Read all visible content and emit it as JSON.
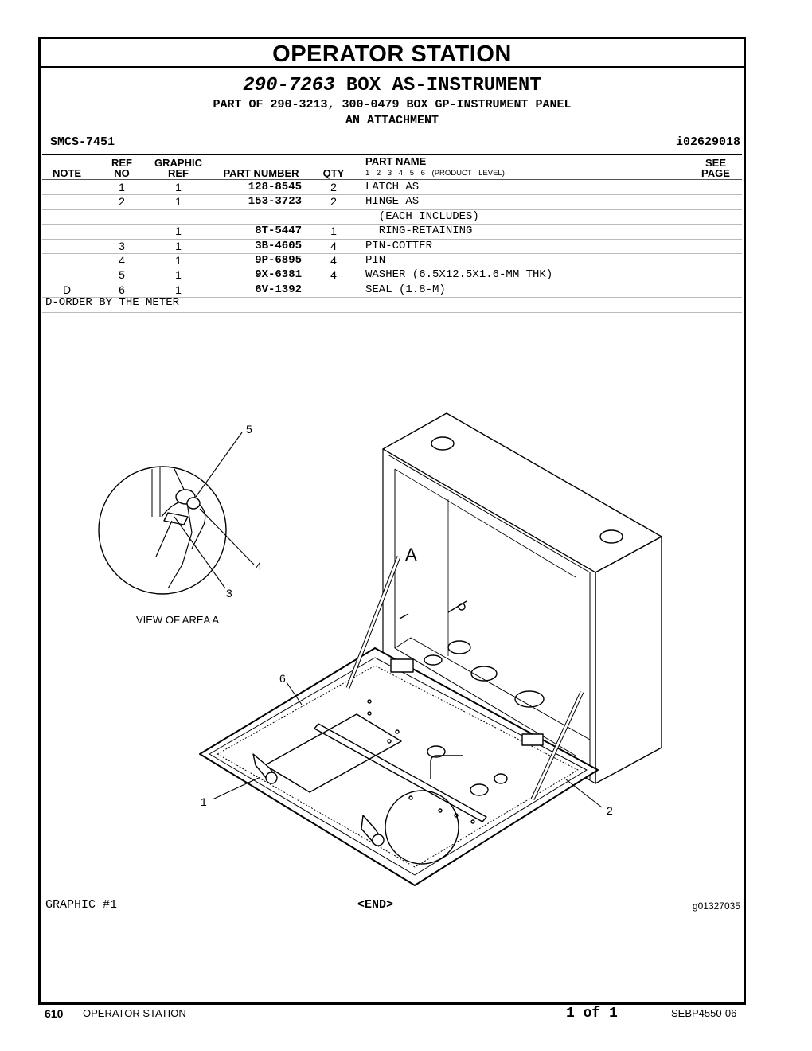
{
  "header": {
    "section_title": "OPERATOR STATION",
    "part_number": "290-7263",
    "part_title": "BOX AS-INSTRUMENT",
    "part_of": "PART OF 290-3213, 300-0479 BOX GP-INSTRUMENT PANEL",
    "attachment": "AN ATTACHMENT",
    "smcs": "SMCS-7451",
    "ident": "i02629018"
  },
  "table": {
    "headers": {
      "note": "NOTE",
      "ref_top": "REF",
      "ref_bottom": "NO",
      "gref_top": "GRAPHIC",
      "gref_bottom": "REF",
      "part_number": "PART NUMBER",
      "qty": "QTY",
      "part_name": "PART NAME",
      "levels": "1 2 3 4 5 6 (PRODUCT LEVEL)",
      "see_top": "SEE",
      "see_bottom": "PAGE"
    },
    "rows": [
      {
        "note": "",
        "ref": "1",
        "gref": "1",
        "pn": "128-8545",
        "qty": "2",
        "name": "LATCH AS"
      },
      {
        "note": "",
        "ref": "2",
        "gref": "1",
        "pn": "153-3723",
        "qty": "2",
        "name": "HINGE AS"
      },
      {
        "note": "",
        "ref": "",
        "gref": "",
        "pn": "",
        "qty": "",
        "name": "  (EACH INCLUDES)"
      },
      {
        "note": "",
        "ref": "",
        "gref": "1",
        "pn": "8T-5447",
        "qty": "1",
        "name": "  RING-RETAINING"
      },
      {
        "note": "",
        "ref": "3",
        "gref": "1",
        "pn": "3B-4605",
        "qty": "4",
        "name": "PIN-COTTER"
      },
      {
        "note": "",
        "ref": "4",
        "gref": "1",
        "pn": "9P-6895",
        "qty": "4",
        "name": "PIN"
      },
      {
        "note": "",
        "ref": "5",
        "gref": "1",
        "pn": "9X-6381",
        "qty": "4",
        "name": "WASHER (6.5X12.5X1.6-MM THK)"
      },
      {
        "note": "D",
        "ref": "6",
        "gref": "1",
        "pn": "6V-1392",
        "qty": "",
        "name": "SEAL (1.8-M)"
      }
    ],
    "footnote": "D-ORDER BY THE METER"
  },
  "illustration": {
    "callouts": [
      "1",
      "2",
      "3",
      "4",
      "5",
      "6"
    ],
    "area_label": "A",
    "detail_caption": "VIEW OF AREA A"
  },
  "graphic": {
    "label": "GRAPHIC #1",
    "end": "<END>",
    "id": "g01327035"
  },
  "footer": {
    "page": "610",
    "section": "OPERATOR STATION",
    "page_of": "1 of 1",
    "doc": "SEBP4550-06"
  }
}
